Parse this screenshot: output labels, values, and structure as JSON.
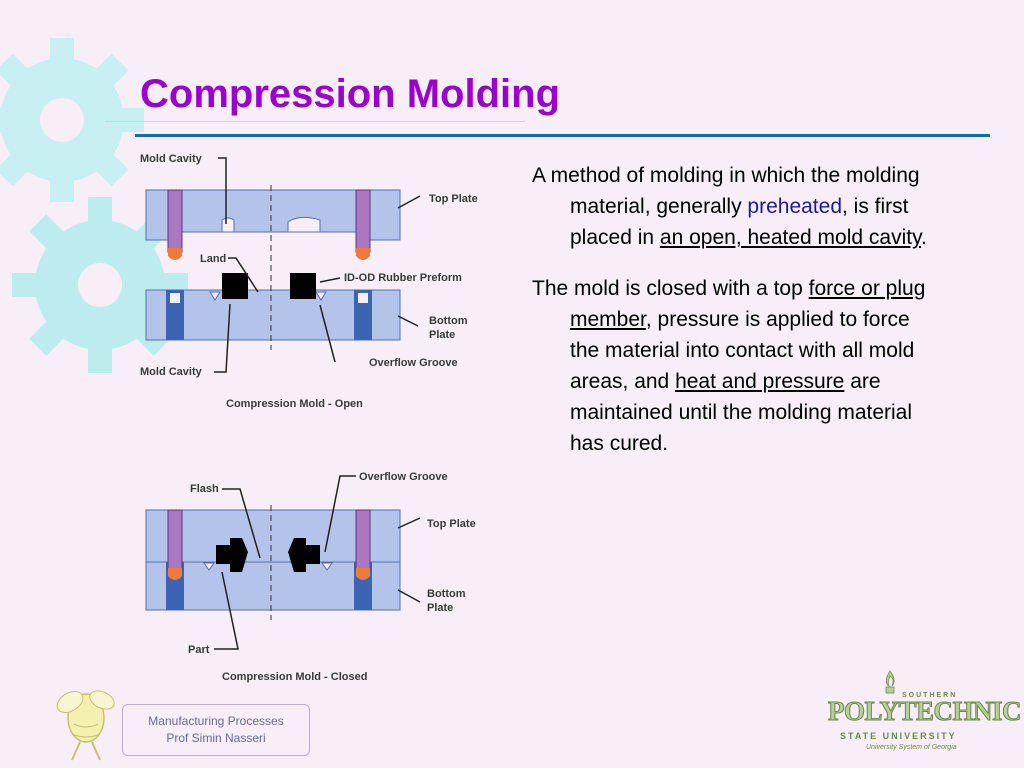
{
  "slide": {
    "title": "Compression Molding",
    "accent_color": "#9900cc",
    "rule_color": "#1a6aa0"
  },
  "diagram_open": {
    "caption": "Compression Mold - Open",
    "labels": {
      "mold_cavity_top": "Mold Cavity",
      "top_plate": "Top Plate",
      "land": "Land",
      "preform": "ID-OD Rubber Preform",
      "bottom_plate_1": "Bottom",
      "bottom_plate_2": "Plate",
      "overflow_groove": "Overflow Groove",
      "mold_cavity_bottom": "Mold Cavity"
    }
  },
  "diagram_closed": {
    "caption": "Compression Mold - Closed",
    "labels": {
      "flash": "Flash",
      "overflow_groove": "Overflow Groove",
      "top_plate": "Top Plate",
      "bottom_plate_1": "Bottom",
      "bottom_plate_2": "Plate",
      "part": "Part"
    }
  },
  "text": {
    "p1_a": "A method of molding in which the molding material, generally ",
    "p1_preheated": "preheated",
    "p1_b": ", is first placed in ",
    "p1_link": "an open, heated mold cavity",
    "p1_end": ".",
    "p2_a": "The mold is closed with a top ",
    "p2_link1": "force or plug member",
    "p2_b": ", pressure is applied to force the material into contact with all mold areas, and ",
    "p2_link2": "heat and pressure",
    "p2_c": " are maintained until the molding material has cured."
  },
  "footer": {
    "line1": "Manufacturing Processes",
    "line2": "Prof Simin Nasseri"
  },
  "logo": {
    "top": "SOUTHERN",
    "main": "POLYTECHNIC",
    "state": "STATE UNIVERSITY",
    "sub": "University System of Georgia"
  }
}
